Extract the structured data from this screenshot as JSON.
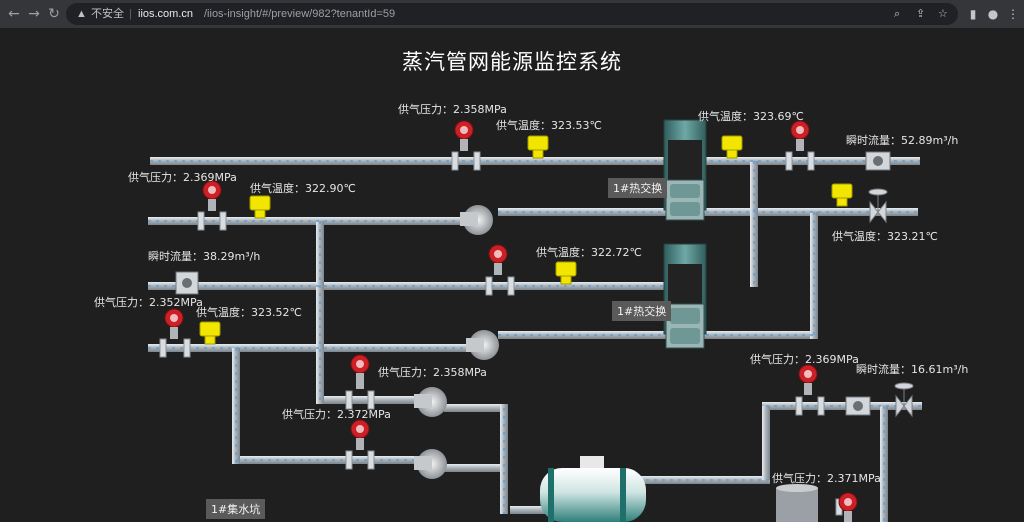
{
  "browser": {
    "security_label": "不安全",
    "url_host": "iios.com.cn",
    "url_path": "/iios-insight/#/preview/982?tenantId=59"
  },
  "title": "蒸汽管网能源监控系统",
  "labels": {
    "p1": "供气压力：2.358MPa",
    "t1": "供气温度：323.53℃",
    "t2": "供气温度：323.69℃",
    "f1": "瞬时流量：52.89m³/h",
    "p2": "供气压力：2.369MPa",
    "t3": "供气温度：322.90℃",
    "t4": "供气温度：323.21℃",
    "f2": "瞬时流量：38.29m³/h",
    "t5": "供气温度：322.72℃",
    "p3": "供气压力：2.352MPa",
    "t6": "供气温度：323.52℃",
    "p4": "供气压力：2.358MPa",
    "p5": "供气压力：2.372MPa",
    "p6": "供气压力：2.369MPa",
    "f3": "瞬时流量：16.61m³/h",
    "p7": "供气压力：2.371MPa"
  },
  "tags": {
    "hx1": "1#热交换",
    "hx2": "1#热交换",
    "pit": "1#集水坑"
  },
  "colors": {
    "background": "#1f1f1f",
    "pipe": "#b9bfc4",
    "pipe_flow": "#5aa0d8",
    "gauge_red": "#cc1f26",
    "sensor_yellow": "#f2e600",
    "exchanger_teal": "#4f8c8a"
  }
}
